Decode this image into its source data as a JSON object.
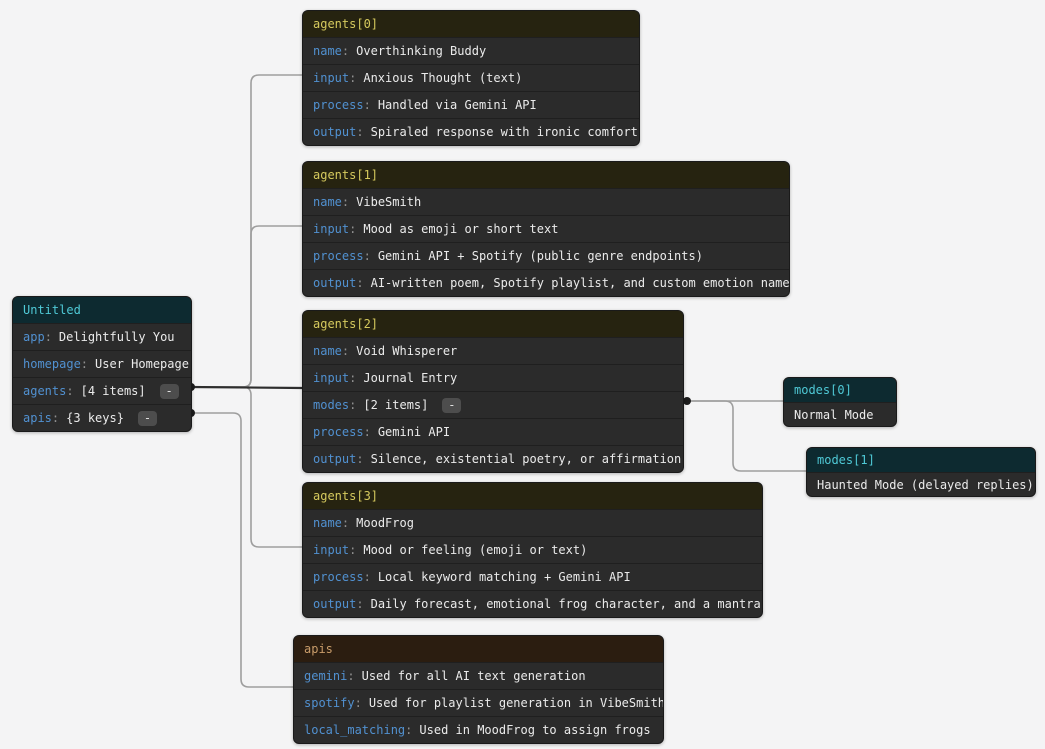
{
  "punct": {
    "colon": ":",
    "collapse": "-"
  },
  "colors": {
    "canvas_bg": "#f4f4f5",
    "node_bg": "#2b2b2b",
    "header_teal_bg": "#0d2a30",
    "header_teal_text": "#4fc9d6",
    "header_olive_bg": "#262310",
    "header_olive_text": "#d6ca5e",
    "header_brown_bg": "#2b1d10",
    "header_brown_text": "#c89c6a",
    "key_text": "#5191d1",
    "value_text": "#ebebeb",
    "edge_gray": "#9e9e9e",
    "edge_highlight": "#2e2e2e"
  },
  "nodes": {
    "root": {
      "title": "Untitled",
      "rows": [
        {
          "key": "app",
          "value": "Delightfully You"
        },
        {
          "key": "homepage",
          "value": "User Homepage"
        },
        {
          "key": "agents",
          "value": "[4 items]"
        },
        {
          "key": "apis",
          "value": "{3 keys}"
        }
      ]
    },
    "agent0": {
      "title": "agents[0]",
      "rows": [
        {
          "key": "name",
          "value": "Overthinking Buddy"
        },
        {
          "key": "input",
          "value": "Anxious Thought (text)"
        },
        {
          "key": "process",
          "value": "Handled via Gemini API"
        },
        {
          "key": "output",
          "value": "Spiraled response with ironic comfort"
        }
      ]
    },
    "agent1": {
      "title": "agents[1]",
      "rows": [
        {
          "key": "name",
          "value": "VibeSmith"
        },
        {
          "key": "input",
          "value": "Mood as emoji or short text"
        },
        {
          "key": "process",
          "value": "Gemini API + Spotify (public genre endpoints)"
        },
        {
          "key": "output",
          "value": "AI-written poem, Spotify playlist, and custom emotion name"
        }
      ]
    },
    "agent2": {
      "title": "agents[2]",
      "rows": [
        {
          "key": "name",
          "value": "Void Whisperer"
        },
        {
          "key": "input",
          "value": "Journal Entry"
        },
        {
          "key": "modes",
          "value": "[2 items]"
        },
        {
          "key": "process",
          "value": "Gemini API"
        },
        {
          "key": "output",
          "value": "Silence, existential poetry, or affirmation"
        }
      ]
    },
    "agent3": {
      "title": "agents[3]",
      "rows": [
        {
          "key": "name",
          "value": "MoodFrog"
        },
        {
          "key": "input",
          "value": "Mood or feeling (emoji or text)"
        },
        {
          "key": "process",
          "value": "Local keyword matching + Gemini API"
        },
        {
          "key": "output",
          "value": "Daily forecast, emotional frog character, and a mantra"
        }
      ]
    },
    "modes0": {
      "title": "modes[0]",
      "value": "Normal Mode"
    },
    "modes1": {
      "title": "modes[1]",
      "value": "Haunted Mode (delayed replies)"
    },
    "apis": {
      "title": "apis",
      "rows": [
        {
          "key": "gemini",
          "value": "Used for all AI text generation"
        },
        {
          "key": "spotify",
          "value": "Used for playlist generation in VibeSmith"
        },
        {
          "key": "local_matching",
          "value": "Used in MoodFrog to assign frogs"
        }
      ]
    }
  }
}
